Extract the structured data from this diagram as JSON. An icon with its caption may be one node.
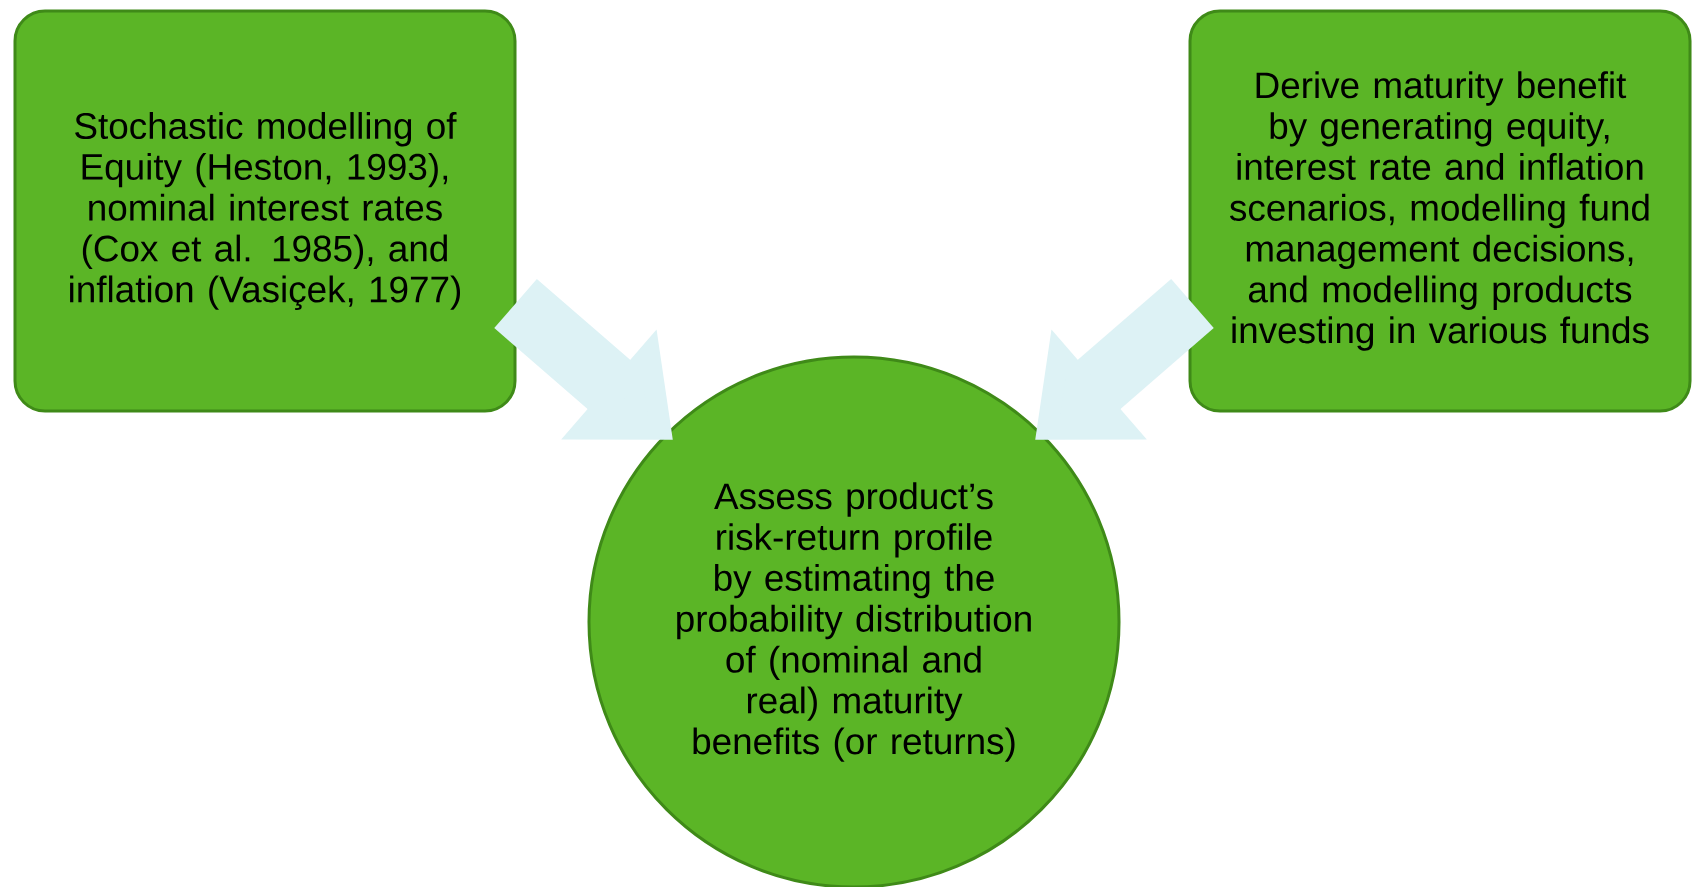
{
  "diagram": {
    "nodes": [
      {
        "text": [
          "Stochastic modelling of Equity (Heston, 1993), nominal interest rates (Cox et al. 1985), and inflation (Vasiçek, 1977)"
        ]
      },
      {
        "text": [
          "Derive maturity benefit by generating equity, interest rate and inflation scenarios, modelling fund management decisions, and modelling products investing in various funds"
        ]
      },
      {
        "text": [
          "Assess product’s risk-return profile by estimating the probability distribution of (nominal and real) maturity benefits (or returns)"
        ]
      }
    ],
    "edges": [
      {
        "from": 0,
        "to": 2,
        "arrow": "to"
      },
      {
        "from": 1,
        "to": 2,
        "arrow": "to"
      }
    ]
  }
}
